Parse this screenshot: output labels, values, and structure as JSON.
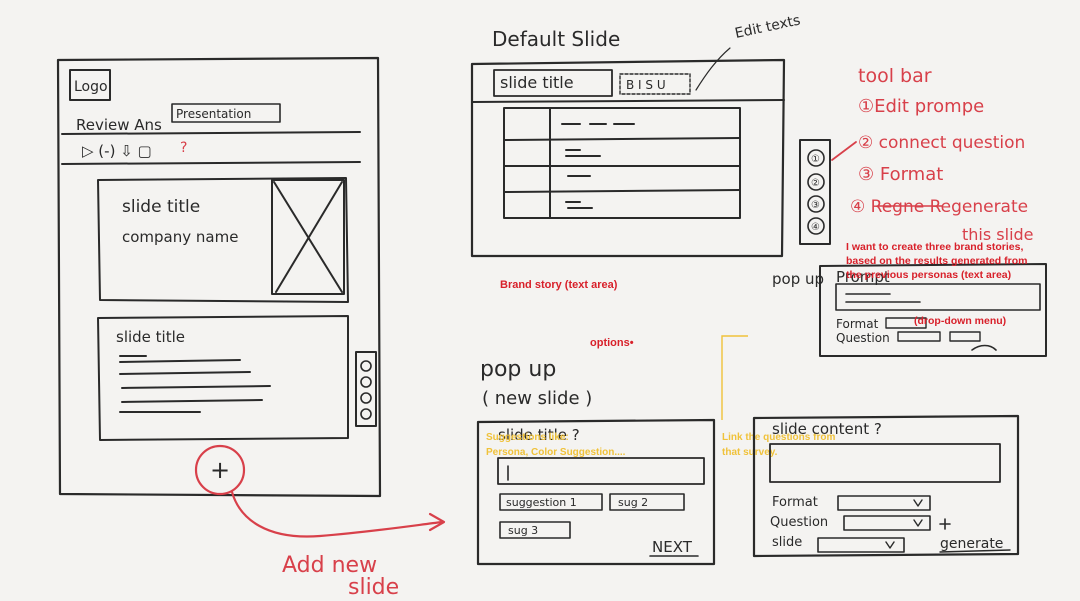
{
  "left_mock": {
    "logo": "Logo",
    "nav_review": "Review Ans",
    "nav_presentation": "Presentation",
    "toolbar_text": "▷ (-) ⇩ ▢",
    "toolbar_badge": "?",
    "slide1_title": "slide title",
    "slide1_company": "company name",
    "slide2_title": "slide title",
    "add_button": "+"
  },
  "default_slide": {
    "heading": "Default Slide",
    "edit_note": "Edit texts",
    "slide_title": "slide title",
    "format_bar": "B I S U",
    "brand_story_note": "Brand story (text area)"
  },
  "side_toolbar": {
    "buttons": [
      "①",
      "②",
      "③",
      "④"
    ]
  },
  "toolbar_notes": {
    "title": "tool bar",
    "items": [
      "①Edit prompe",
      "② connect question",
      "③ Format",
      "④ Regne Regenerate",
      "this slide"
    ]
  },
  "prompt_popup": {
    "label_vertical": "pop up",
    "heading": "Prompt",
    "note": "I want to create three brand stories, based on the results generated from the previous personas (text area)",
    "format_label": "Format",
    "question_label": "Question",
    "dropdown_note": "(drop-down menu)"
  },
  "new_slide_popup": {
    "options_note": "options•",
    "heading_line1": "pop up",
    "heading_line2": "( new slide )",
    "question": "slide title ?",
    "suggestions_note": "Suggestions like: Persona, Color Suggestion....",
    "chips": [
      "suggestion 1",
      "sug 2",
      "sug 3"
    ],
    "next_button": "NEXT"
  },
  "content_popup": {
    "link_note": "Link the questions from that survey.",
    "question": "slide content ?",
    "format_label": "Format",
    "question_label": "Question",
    "slide_label": "slide",
    "generate_button": "generate"
  },
  "add_slide_note": {
    "line1": "Add new",
    "line2": "slide"
  }
}
